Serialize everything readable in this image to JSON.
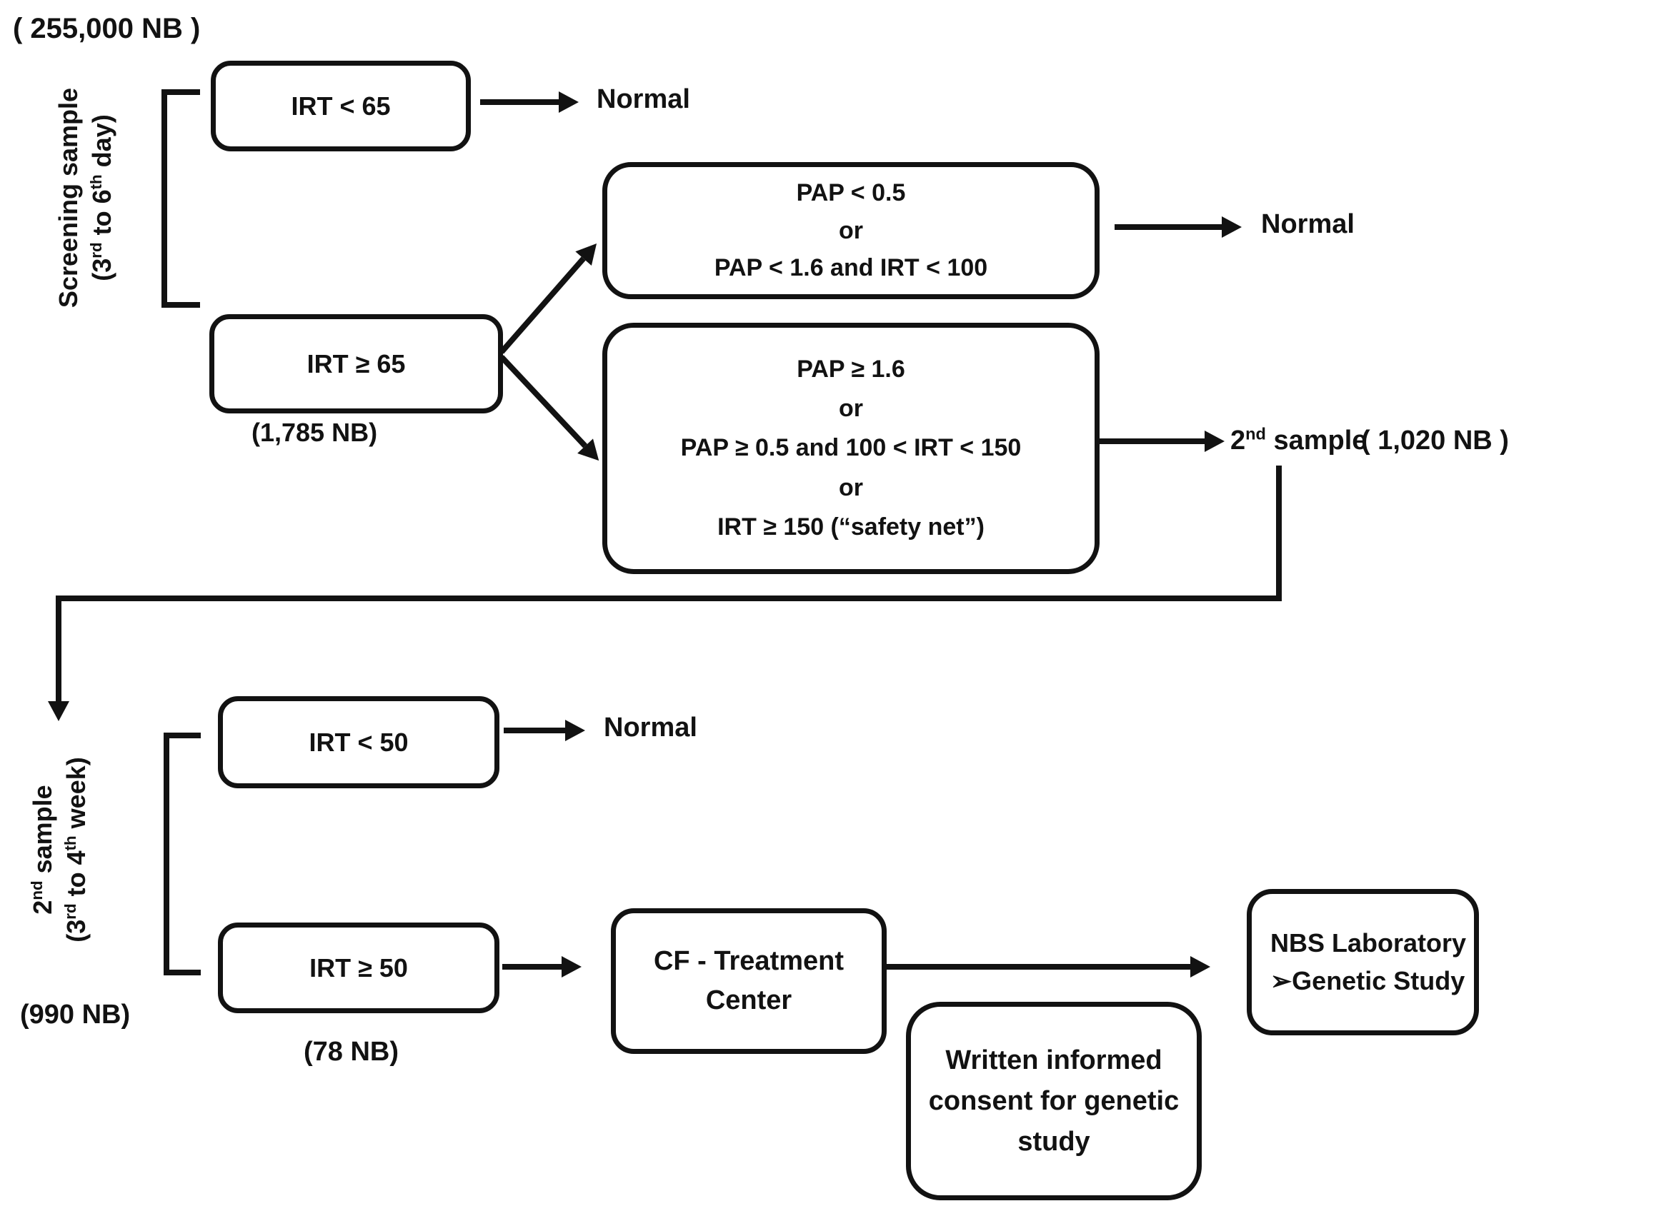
{
  "page": {
    "background": "#ffffff",
    "ink": "#121212"
  },
  "screening": {
    "count": "( 255,000 NB )",
    "stage_label_line1": "Screening sample",
    "stage_label_line2": {
      "p1": "(3",
      "s1": "rd",
      "p2": " to 6",
      "s2": "th",
      "p3": " day)"
    },
    "irt_low": {
      "text": "IRT < 65",
      "result": "Normal"
    },
    "irt_high": {
      "text": "IRT ≥ 65",
      "count": "(1,785 NB)"
    },
    "pap_normal": {
      "line1": "PAP < 0.5",
      "line2": "or",
      "line3": "PAP < 1.6 and IRT < 100",
      "result": "Normal"
    },
    "pap_positive": {
      "line1": "PAP ≥ 1.6",
      "line2": "or",
      "line3": "PAP ≥ 0.5 and 100 < IRT < 150",
      "line4": "or",
      "line5": "IRT ≥ 150 (“safety net”)"
    },
    "second_sample_ref": {
      "p1": "2",
      "s1": "nd",
      "p2": " sample"
    },
    "second_sample_count": "( 1,020 NB )"
  },
  "second": {
    "stage_label_line1": {
      "p1": "2",
      "s1": "nd",
      "p2": " sample"
    },
    "stage_label_line2": {
      "p1": "(3",
      "s1": "rd",
      "p2": " to 4",
      "s2": "th",
      "p3": " week)"
    },
    "count": "(990 NB)",
    "irt_low": {
      "text": "IRT < 50",
      "result": "Normal"
    },
    "irt_high": {
      "text": "IRT ≥ 50",
      "count": "(78 NB)"
    },
    "cf_center": {
      "line1": "CF - Treatment",
      "line2": "Center"
    },
    "consent": {
      "line1": "Written informed",
      "line2": "consent for genetic",
      "line3": "study"
    },
    "nbs_lab": {
      "line1": "NBS Laboratory",
      "bullet": "➢",
      "line2": "Genetic Study"
    }
  }
}
